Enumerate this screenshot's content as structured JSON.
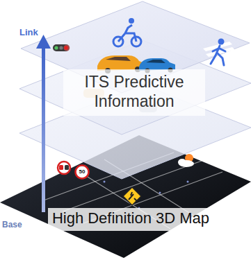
{
  "diagram": {
    "nodes": [
      {
        "text": [
          "ITS Predictive Information"
        ]
      },
      {
        "text": [
          "High Definition 3D Map"
        ]
      }
    ],
    "labels": [
      "Link",
      "Base",
      "50"
    ]
  }
}
